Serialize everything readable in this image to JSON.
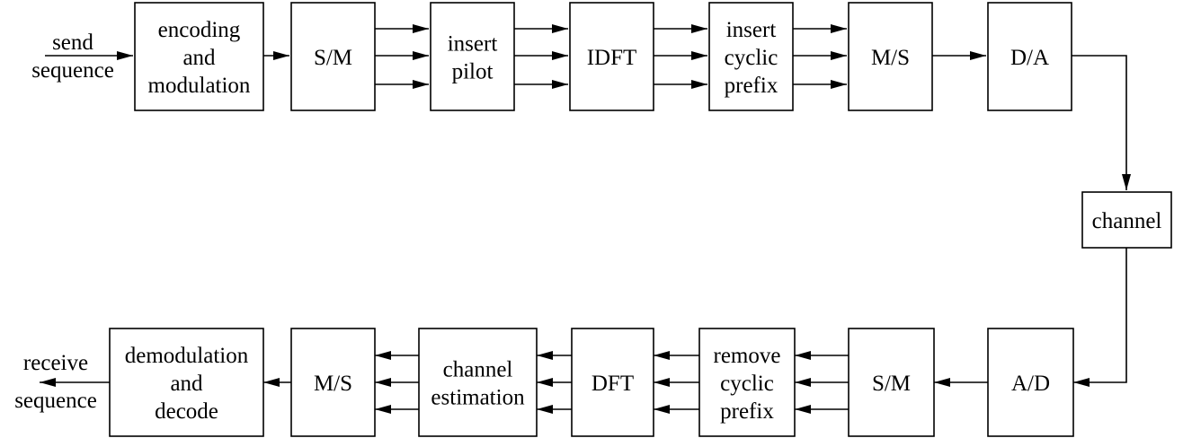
{
  "tx_chain": {
    "input_label": {
      "lines": [
        "send",
        "sequence"
      ]
    },
    "blocks": [
      {
        "id": "encoding-modulation",
        "lines": [
          "encoding",
          "and",
          "modulation"
        ]
      },
      {
        "id": "serial-to-parallel-tx",
        "lines": [
          "S/M"
        ]
      },
      {
        "id": "insert-pilot",
        "lines": [
          "insert",
          "pilot"
        ]
      },
      {
        "id": "idft",
        "lines": [
          "IDFT"
        ]
      },
      {
        "id": "insert-cyclic-prefix",
        "lines": [
          "insert",
          "cyclic",
          "prefix"
        ]
      },
      {
        "id": "parallel-to-serial-tx",
        "lines": [
          "M/S"
        ]
      },
      {
        "id": "digital-to-analog",
        "lines": [
          "D/A"
        ]
      }
    ]
  },
  "channel_block": {
    "id": "channel",
    "lines": [
      "channel"
    ]
  },
  "rx_chain": {
    "output_label": {
      "lines": [
        "receive",
        "sequence"
      ]
    },
    "blocks": [
      {
        "id": "demodulation-decode",
        "lines": [
          "demodulation",
          "and",
          "decode"
        ]
      },
      {
        "id": "parallel-to-serial-rx",
        "lines": [
          "M/S"
        ]
      },
      {
        "id": "channel-estimation",
        "lines": [
          "channel",
          "estimation"
        ]
      },
      {
        "id": "dft",
        "lines": [
          "DFT"
        ]
      },
      {
        "id": "remove-cyclic-prefix",
        "lines": [
          "remove",
          "cyclic",
          "prefix"
        ]
      },
      {
        "id": "serial-to-parallel-rx",
        "lines": [
          "S/M"
        ]
      },
      {
        "id": "analog-to-digital",
        "lines": [
          "A/D"
        ]
      }
    ]
  },
  "colors": {
    "stroke": "#000000",
    "background": "#ffffff"
  }
}
